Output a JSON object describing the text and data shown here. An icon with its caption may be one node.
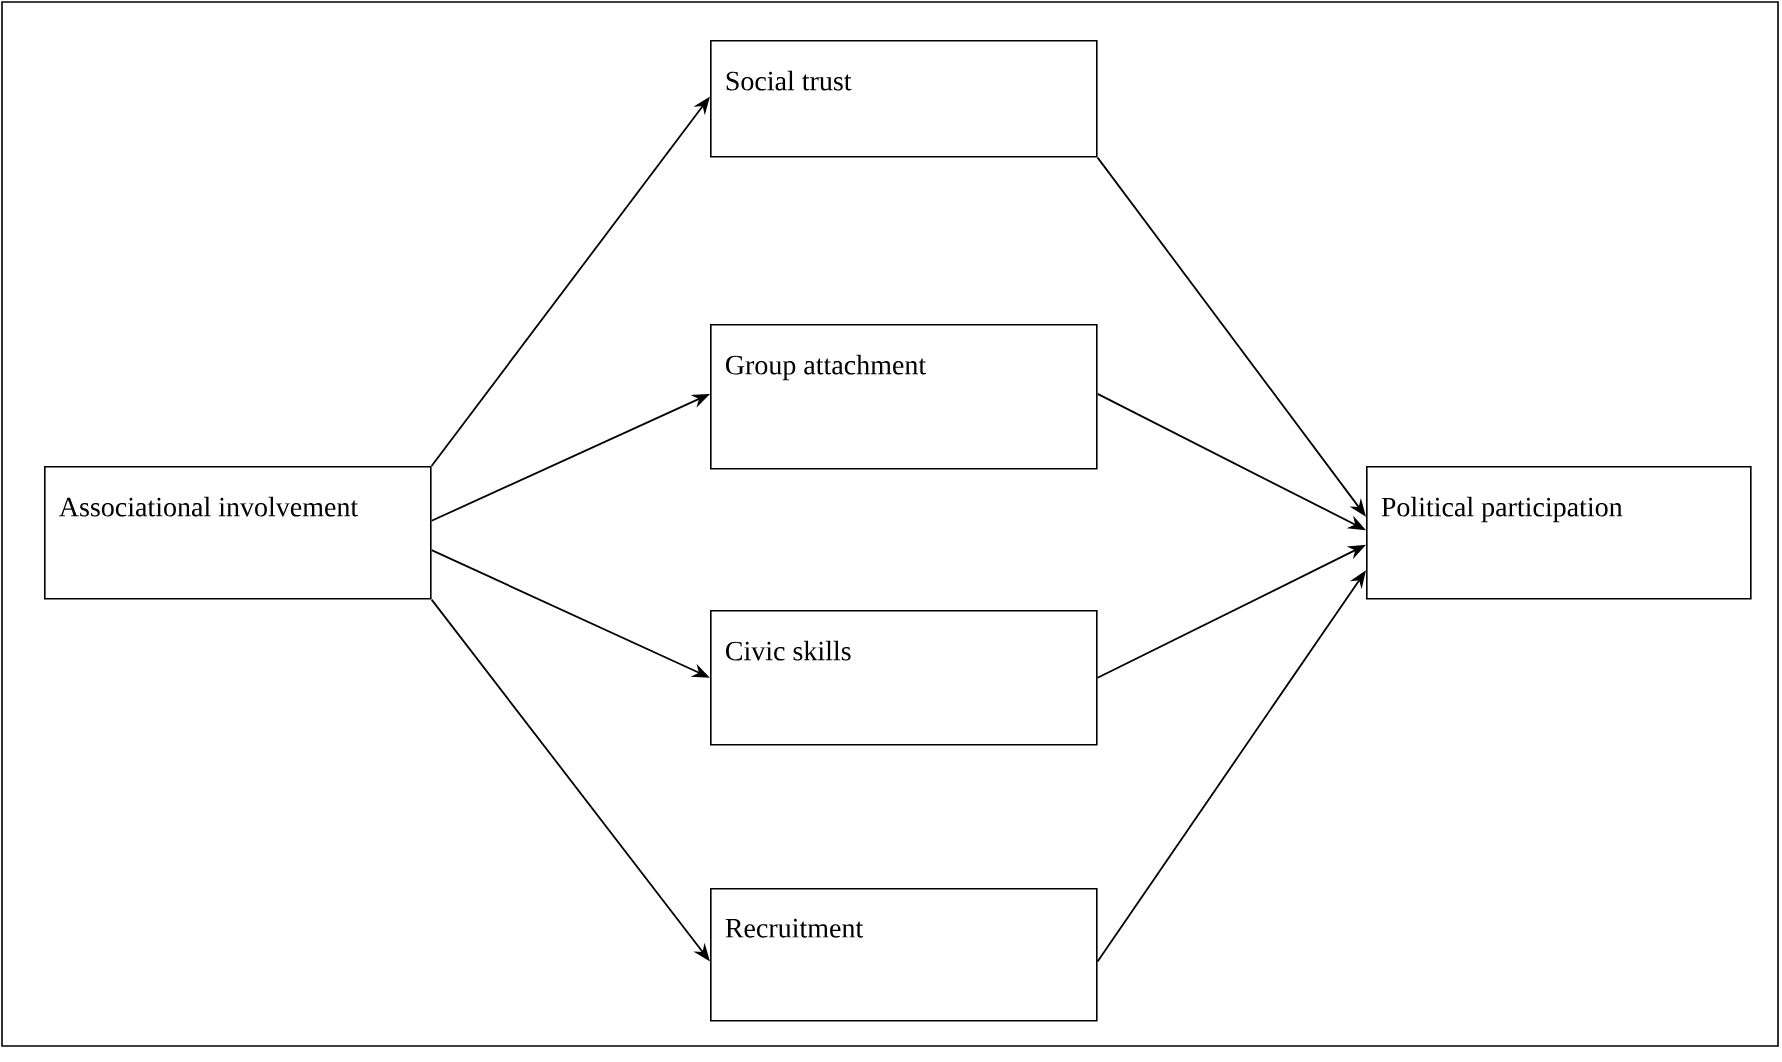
{
  "diagram": {
    "nodes": [
      {
        "text": [
          "Associational involvement"
        ]
      },
      {
        "text": [
          "Social trust"
        ]
      },
      {
        "text": [
          "Group attachment"
        ]
      },
      {
        "text": [
          "Civic skills"
        ]
      },
      {
        "text": [
          "Recruitment"
        ]
      },
      {
        "text": [
          "Political participation"
        ]
      }
    ],
    "edges": [
      {
        "from": 0,
        "to": 1,
        "arrow": "to"
      },
      {
        "from": 0,
        "to": 2,
        "arrow": "to"
      },
      {
        "from": 0,
        "to": 3,
        "arrow": "to"
      },
      {
        "from": 0,
        "to": 4,
        "arrow": "to"
      },
      {
        "from": 1,
        "to": 5,
        "arrow": "to"
      },
      {
        "from": 2,
        "to": 5,
        "arrow": "to"
      },
      {
        "from": 3,
        "to": 5,
        "arrow": "to"
      },
      {
        "from": 4,
        "to": 5,
        "arrow": "to"
      }
    ]
  }
}
